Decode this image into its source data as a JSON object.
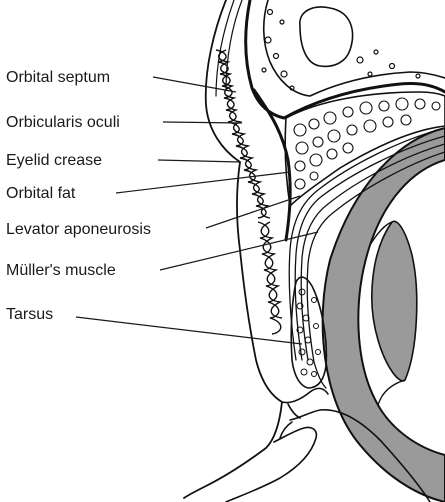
{
  "labels": {
    "orbital_septum": "Orbital septum",
    "orbicularis_oculi": "Orbicularis oculi",
    "eyelid_crease": "Eyelid crease",
    "orbital_fat": "Orbital fat",
    "levator_aponeurosis": "Levator aponeurosis",
    "muller_muscle": "Müller's muscle",
    "tarsus": "Tarsus"
  },
  "colors": {
    "ink": "#111111",
    "globe_gray": "#9a9a9a",
    "background": "#ffffff"
  }
}
